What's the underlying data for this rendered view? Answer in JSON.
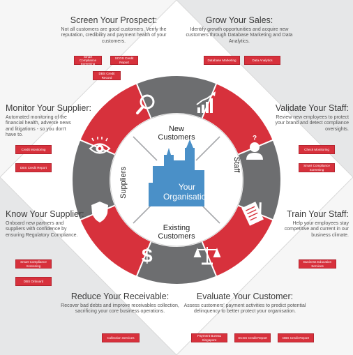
{
  "colors": {
    "red": "#d7313c",
    "grey": "#6d6e70",
    "light": "#e6e7e8",
    "blue": "#4a90c8"
  },
  "center": {
    "line1": "Your",
    "line2": "Organisation"
  },
  "ring_labels": {
    "top": "New Customers",
    "right": "Staff",
    "bottom": "Existing Customers",
    "left": "Suppliers"
  },
  "sections": {
    "screen": {
      "title": "Screen Your Prospect:",
      "text": "Not all customers are good customers. Verify the reputation, credibility and payment health of your customers.",
      "buttons": [
        "Smart Compliance Screening",
        "SCGS Credit Report",
        "DBS Credit Record"
      ]
    },
    "grow": {
      "title": "Grow Your Sales:",
      "text": "Identify growth opportunities and acquire new customers through Database Marketing and Data Analytics.",
      "buttons": [
        "Database Marketing",
        "Data Analytics"
      ]
    },
    "monitor": {
      "title": "Monitor Your Supplier:",
      "text": "Automated monitoring of the financial health, adverse news and litigations - so you don't have to.",
      "buttons": [
        "Credit Monitoring",
        "DBS Credit Report"
      ]
    },
    "validate": {
      "title": "Validate Your Staff:",
      "text": "Review new employees to protect your brand and detect compliance oversights.",
      "buttons": [
        "Check Monitoring",
        "Smart Compliance Screening"
      ]
    },
    "know": {
      "title": "Know Your Supplier:",
      "text": "Onboard new partners and suppliers with confidence by ensuring Regulatory Compliance.",
      "buttons": [
        "Smart Compliance Screening",
        "DBS Onboard"
      ]
    },
    "train": {
      "title": "Train Your Staff:",
      "text": "Help your employees stay competitive and current in our business climate.",
      "buttons": [
        "Business Education Services"
      ]
    },
    "reduce": {
      "title": "Reduce Your Receivable:",
      "text": "Recover bad debts and improve receivables collection, sacrificing your core business operations.",
      "buttons": [
        "Collection Services"
      ]
    },
    "evaluate": {
      "title": "Evaluate Your Customer:",
      "text": "Assess customers' payment activities to predict potential delinquency to better protect your organisation.",
      "buttons": [
        "Payment Bureau Singapore",
        "SCGS Credit Report",
        "DBS Credit Report"
      ]
    }
  },
  "icons": [
    "magnifier-icon",
    "bar-chart-icon",
    "person-question-icon",
    "certificate-icon",
    "scales-icon",
    "dollar-icon",
    "shield-icon",
    "eye-icon"
  ]
}
